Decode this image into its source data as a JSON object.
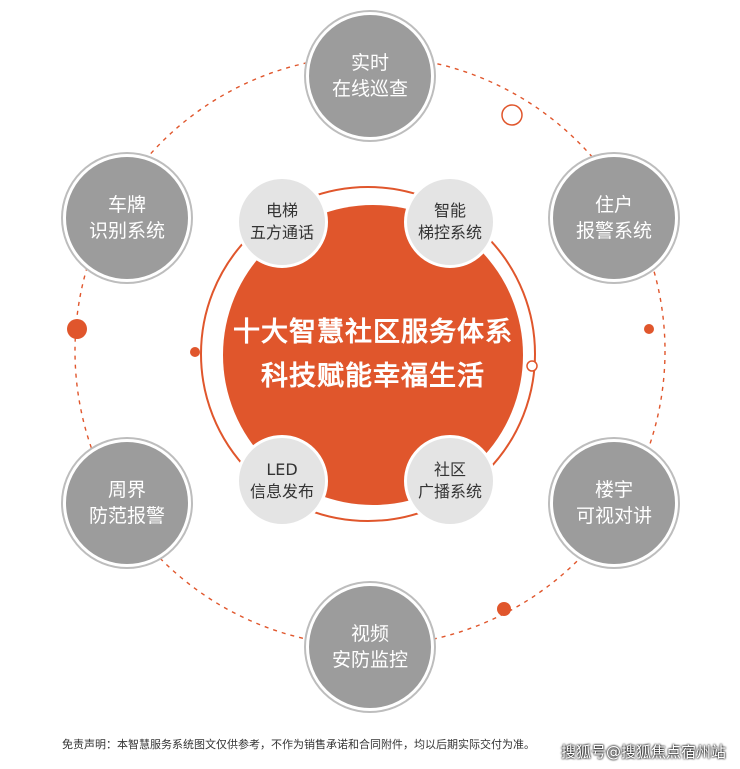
{
  "center": {
    "line1": "十大智慧社区服务体系",
    "line2": "科技赋能幸福生活"
  },
  "outer_nodes": [
    {
      "id": "realtime-patrol",
      "line1": "实时",
      "line2": "在线巡查"
    },
    {
      "id": "resident-alarm",
      "line1": "住户",
      "line2": "报警系统"
    },
    {
      "id": "building-intercom",
      "line1": "楼宇",
      "line2": "可视对讲"
    },
    {
      "id": "video-security",
      "line1": "视频",
      "line2": "安防监控"
    },
    {
      "id": "perimeter-alarm",
      "line1": "周界",
      "line2": "防范报警"
    },
    {
      "id": "plate-recognition",
      "line1": "车牌",
      "line2": "识别系统"
    }
  ],
  "inner_nodes": [
    {
      "id": "elevator-intercom",
      "line1": "电梯",
      "line2": "五方通话"
    },
    {
      "id": "smart-elevator",
      "line1": "智能",
      "line2": "梯控系统"
    },
    {
      "id": "led-info",
      "line1": "LED",
      "line2": "信息发布"
    },
    {
      "id": "community-broadcast",
      "line1": "社区",
      "line2": "广播系统"
    }
  ],
  "colors": {
    "accent": "#e0562c",
    "outer_node": "#9c9c9c",
    "inner_node": "#e4e4e4"
  },
  "footer": {
    "disclaimer": "免责声明：本智慧服务系统图文仅供参考，不作为销售承诺和合同附件，均以后期实际交付为准。",
    "watermark": "搜狐号@搜狐焦点宿州站"
  }
}
